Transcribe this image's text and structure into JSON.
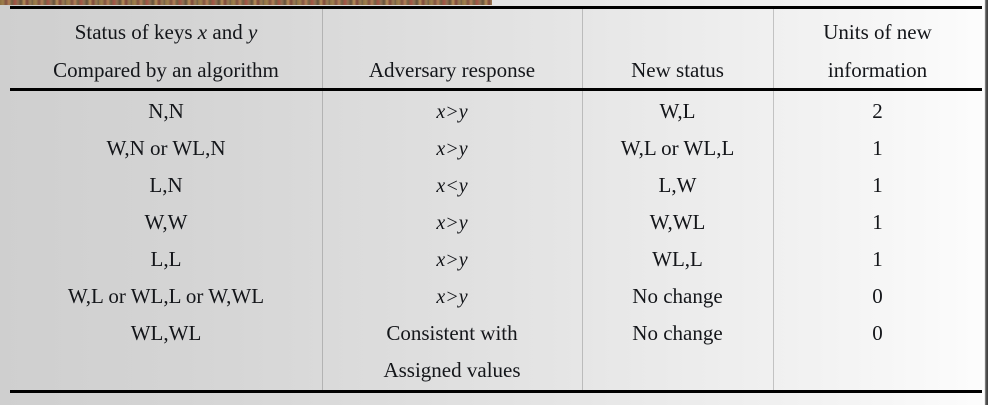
{
  "table": {
    "caption_visible": false,
    "columns": [
      {
        "id": "status",
        "header_line1": "Status of keys x and y",
        "header_line2": "Compared by an algorithm"
      },
      {
        "id": "response",
        "header_line1": "",
        "header_line2": "Adversary response"
      },
      {
        "id": "new_status",
        "header_line1": "",
        "header_line2": "New status"
      },
      {
        "id": "units",
        "header_line1": "Units of new",
        "header_line2": "information"
      }
    ],
    "header_parts": {
      "status_prefix": "Status of keys ",
      "status_var_x": "x",
      "status_mid": " and ",
      "status_var_y": "y",
      "status_line2": "Compared by an algorithm",
      "response": "Adversary response",
      "new_status": "New status",
      "units_line1": "Units of new",
      "units_line2": "information"
    },
    "rows": [
      {
        "status": "N,N",
        "response": "x>y",
        "new_status": "W,L",
        "units": "2"
      },
      {
        "status": "W,N or WL,N",
        "response": "x>y",
        "new_status": "W,L or WL,L",
        "units": "1"
      },
      {
        "status": "L,N",
        "response": "x<y",
        "new_status": "L,W",
        "units": "1"
      },
      {
        "status": "W,W",
        "response": "x>y",
        "new_status": "W,WL",
        "units": "1"
      },
      {
        "status": "L,L",
        "response": "x>y",
        "new_status": "WL,L",
        "units": "1"
      },
      {
        "status": "W,L or WL,L or W,WL",
        "response": "x>y",
        "new_status": "No change",
        "units": "0"
      },
      {
        "status": "WL,WL",
        "response": "Consistent with",
        "new_status": "No change",
        "units": "0"
      },
      {
        "status": "",
        "response": "Assigned values",
        "new_status": "",
        "units": ""
      }
    ]
  },
  "colors": {
    "rule": "#000000",
    "text": "#14161a",
    "page_left": "#cfcfcf",
    "page_right": "#fdfdfd",
    "separator": "#5a5a5a"
  }
}
